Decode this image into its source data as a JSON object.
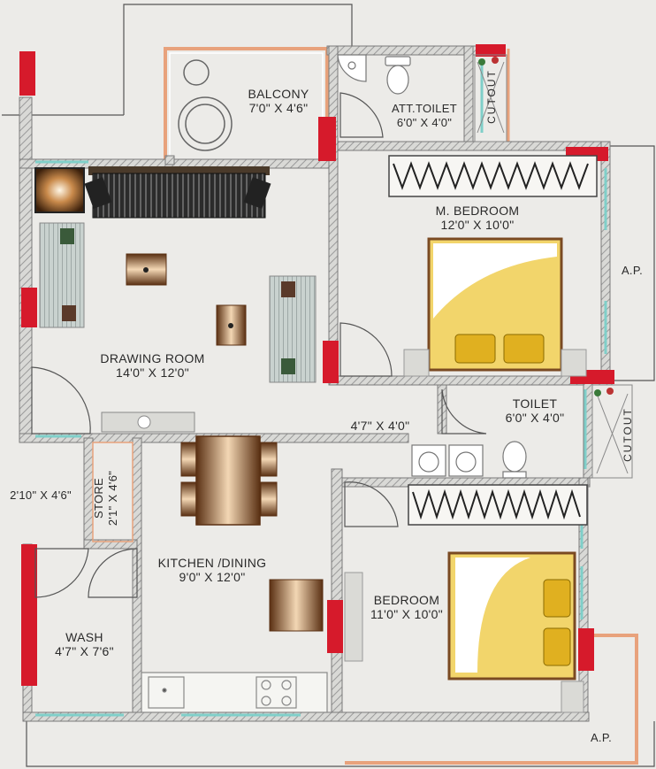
{
  "colors": {
    "background": "#ecebe8",
    "wall": "#8a8a8a",
    "wall_hatch": "#bdbdbd",
    "column_red": "#d61a2b",
    "outer_orange": "#e8a27c",
    "bed_yellow": "#f2d56b",
    "furniture_brown": "#7a4a22",
    "glass_teal": "#7fcfc9"
  },
  "rooms": {
    "balcony": {
      "name": "BALCONY",
      "size": "7'0\" X 4'6\""
    },
    "att_toilet": {
      "name": "ATT.TOILET",
      "size": "6'0\" X 4'0\""
    },
    "m_bedroom": {
      "name": "M. BEDROOM",
      "size": "12'0\" X 10'0\""
    },
    "drawing_room": {
      "name": "DRAWING ROOM",
      "size": "14'0\" X 12'0\""
    },
    "passage": {
      "size": "4'7\" X 4'0\""
    },
    "toilet": {
      "name": "TOILET",
      "size": "6'0\" X 4'0\""
    },
    "store": {
      "name": "STORE",
      "size": "2'1\" X 4'6\""
    },
    "kitchen": {
      "name": "KITCHEN /DINING",
      "size": "9'0\" X 12'0\""
    },
    "bedroom": {
      "name": "BEDROOM",
      "size": "11'0\" X 10'0\""
    },
    "wash": {
      "name": "WASH",
      "size": "4'7\" X 7'6\""
    },
    "left_strip": {
      "size": "2'10\" X 4'6\""
    }
  },
  "markers": {
    "ap_right": "A.P.",
    "ap_bottom": "A.P.",
    "cutout_top": "CUTOUT",
    "cutout_mid": "CUTOUT"
  }
}
